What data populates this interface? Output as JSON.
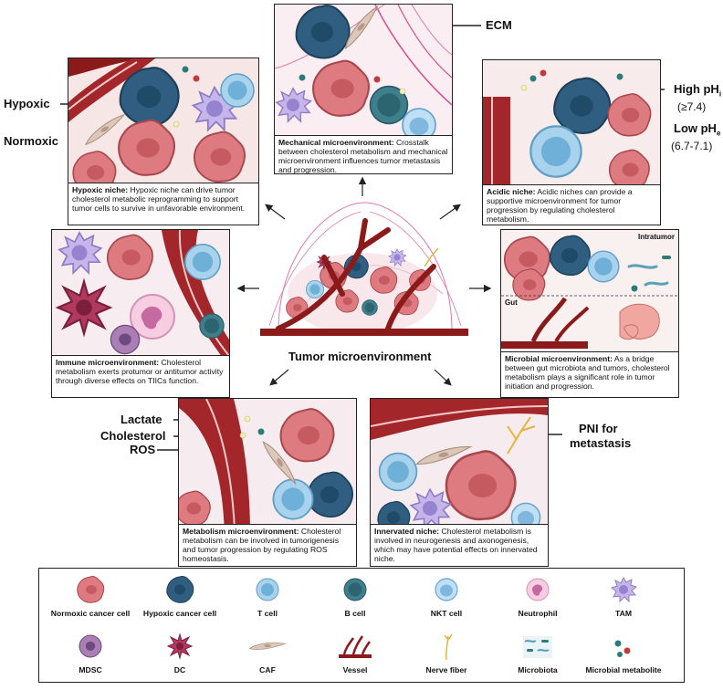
{
  "center": {
    "title": "Tumor microenvironment"
  },
  "panels": {
    "hypoxic": {
      "title": "Hypoxic niche:",
      "text": " Hypoxic niche can drive tumor cholesterol metabolic reprogramming to support tumor cells to survive in unfavorable environment."
    },
    "mechanical": {
      "title": "Mechanical microenvironment:",
      "text": " Crosstalk between cholesterol metabolism and mechanical microenvironment influences tumor metastasis and progression."
    },
    "acidic": {
      "title": "Acidic niche:",
      "text": " Acidic niches can provide a supportive microenvironment for tumor progression by regulating cholesterol metabolism."
    },
    "immune": {
      "title": "Immune microenvironment:",
      "text": " Cholesterol metabolism exerts protumor or antitumor activity through diverse effects on TIICs function."
    },
    "microbial": {
      "title": "Microbial microenvironment:",
      "text": " As a bridge between gut microbiota and tumors, cholesterol metabolism plays a significant role in tumor initiation and progression.",
      "sub_intratumor": "Intratumor",
      "sub_gut": "Gut"
    },
    "metabolism": {
      "title": "Metabolism microenvironment:",
      "text": " Cholesterol metabolism can be involved in tumorigenesis and tumor progression by regulating ROS homeostasis."
    },
    "innervated": {
      "title": "Innervated niche:",
      "text": " Cholesterol metabolism is involved in neurogenesis and axonogenesis, which may have potential effects on innervated niche."
    }
  },
  "side_labels": {
    "hypoxic": "Hypoxic",
    "normoxic": "Normoxic",
    "ecm": "ECM",
    "high_ph": "High pH",
    "high_ph_sub": "i",
    "high_ph_value": "(≥7.4)",
    "low_ph": "Low pH",
    "low_ph_sub": "e",
    "low_ph_value": "(6.7-7.1)",
    "lactate": "Lactate",
    "cholesterol": "Cholesterol",
    "ros": "ROS",
    "pni_line1": "PNI for",
    "pni_line2": "metastasis"
  },
  "legend": [
    {
      "label": "Normoxic cancer cell",
      "icon": "normoxic-cancer-cell-icon",
      "color": "#d9767a"
    },
    {
      "label": "Hypoxic cancer cell",
      "icon": "hypoxic-cancer-cell-icon",
      "color": "#2f5e80"
    },
    {
      "label": "T cell",
      "icon": "t-cell-icon",
      "color": "#9ccbe8"
    },
    {
      "label": "B cell",
      "icon": "b-cell-icon",
      "color": "#3f7f8c"
    },
    {
      "label": "NKT cell",
      "icon": "nkt-cell-icon",
      "color": "#7fb7de"
    },
    {
      "label": "Neutrophil",
      "icon": "neutrophil-icon",
      "color": "#f2b8d6"
    },
    {
      "label": "TAM",
      "icon": "tam-icon",
      "color": "#b9a6e0"
    },
    {
      "label": "MDSC",
      "icon": "mdsc-icon",
      "color": "#9a6fa8"
    },
    {
      "label": "DC",
      "icon": "dc-icon",
      "color": "#b03a5e"
    },
    {
      "label": "CAF",
      "icon": "caf-icon",
      "color": "#d8c2b4"
    },
    {
      "label": "Vessel",
      "icon": "vessel-icon",
      "color": "#8b1a1a"
    },
    {
      "label": "Nerve fiber",
      "icon": "nerve-fiber-icon",
      "color": "#e8b33a"
    },
    {
      "label": "Microbiota",
      "icon": "microbiota-icon",
      "color": "#5aa0b8"
    },
    {
      "label": "Microbial metabolite",
      "icon": "microbial-metabolite-icon",
      "color": "#2c7a7a"
    }
  ]
}
